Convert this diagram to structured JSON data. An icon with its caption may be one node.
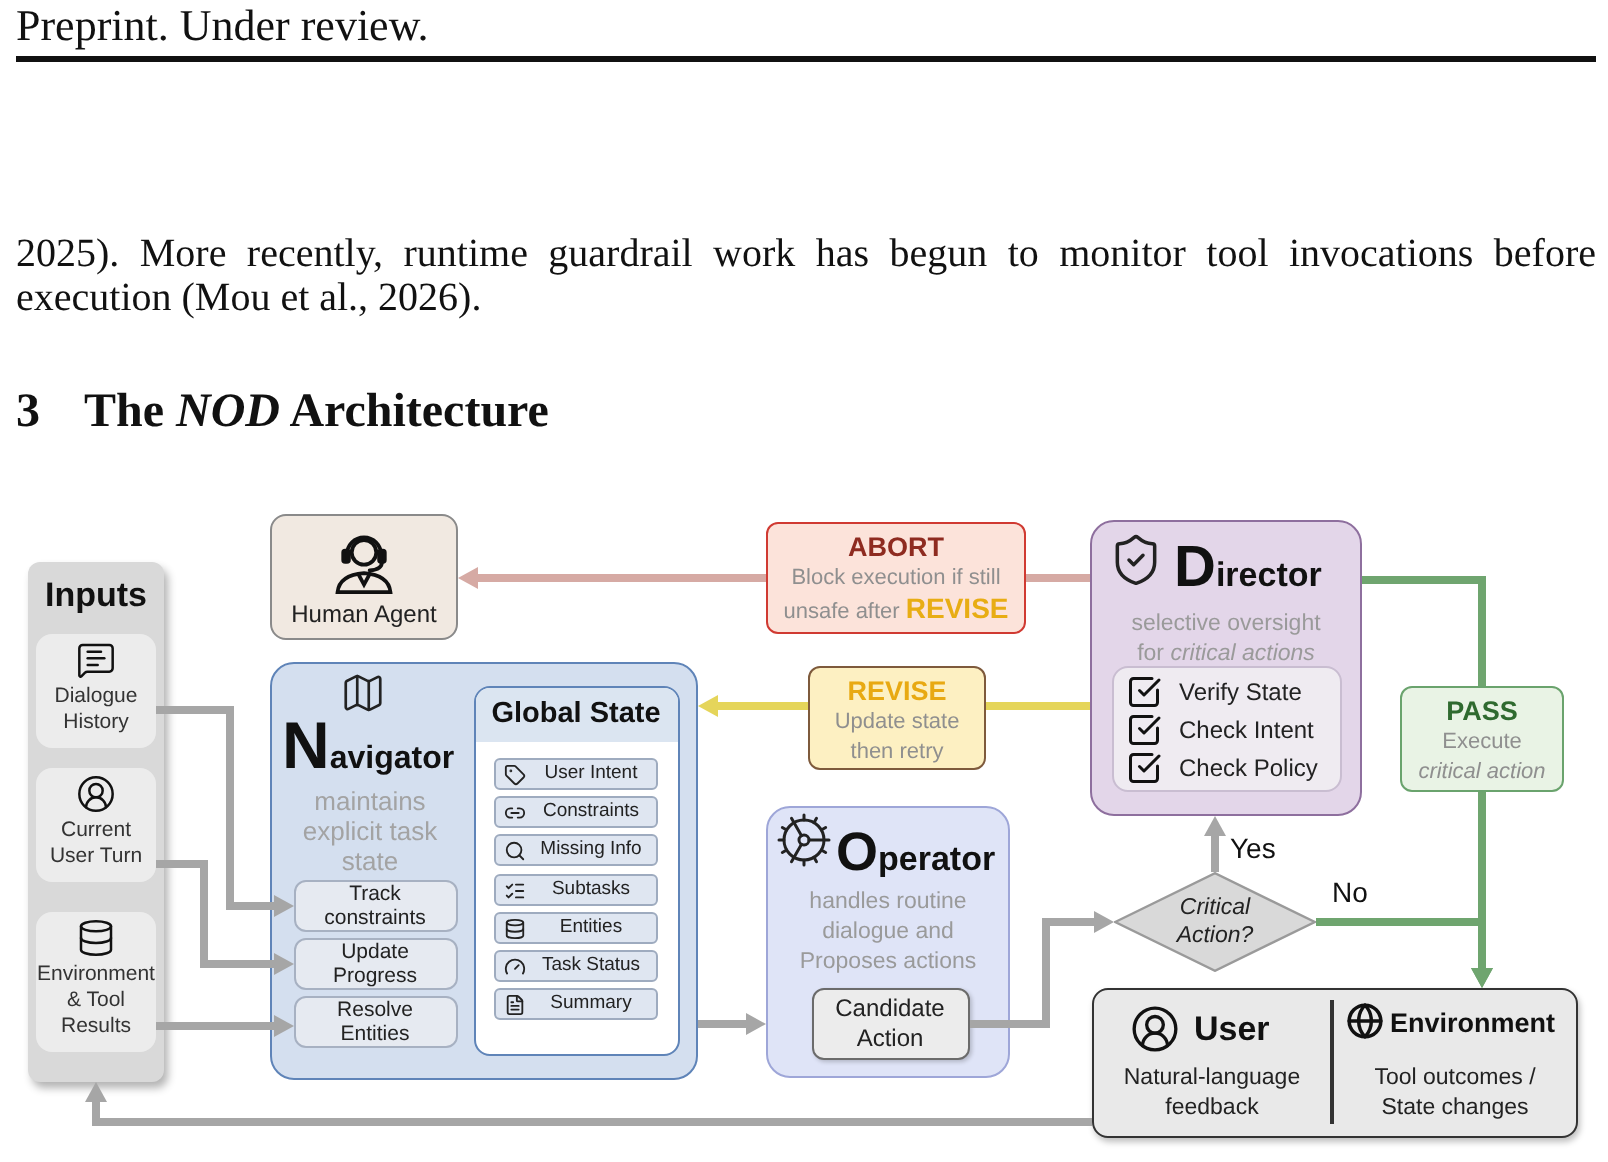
{
  "diagram": {
    "nodes": [
      {
        "text": [
          "Inputs"
        ]
      },
      {
        "text": [
          "Dialogue History"
        ],
        "in": 0
      },
      {
        "text": [
          "Current User Turn"
        ],
        "in": 0
      },
      {
        "text": [
          "Environment & Tool Results"
        ],
        "in": 0
      },
      {
        "text": [
          "Human Agent"
        ]
      },
      {
        "text": [
          "ABORT",
          "Block execution if still unsafe after **REVISE**"
        ]
      },
      {
        "text": [
          "Director",
          "selective oversight for *critical actions*"
        ]
      },
      {
        "text": [
          "Verify State",
          "Check Intent",
          "Check Policy"
        ],
        "in": 6
      },
      {
        "text": [
          "REVISE",
          "Update state then retry"
        ]
      },
      {
        "text": [
          "PASS",
          "Execute *critical action*"
        ]
      },
      {
        "text": [
          "Navigator",
          "maintains explicit task state"
        ]
      },
      {
        "text": [
          "Track constraints"
        ],
        "in": 10
      },
      {
        "text": [
          "Update Progress"
        ],
        "in": 10
      },
      {
        "text": [
          "Resolve Entities"
        ],
        "in": 10
      },
      {
        "text": [
          "Global State"
        ],
        "in": 10
      },
      {
        "text": [
          "User Intent"
        ],
        "in": 14
      },
      {
        "text": [
          "Constraints"
        ],
        "in": 14
      },
      {
        "text": [
          "Missing Info"
        ],
        "in": 14
      },
      {
        "text": [
          "Subtasks"
        ],
        "in": 14
      },
      {
        "text": [
          "Entities"
        ],
        "in": 14
      },
      {
        "text": [
          "Task Status"
        ],
        "in": 14
      },
      {
        "text": [
          "Summary"
        ],
        "in": 14
      },
      {
        "text": [
          "Operator",
          "handles routine dialogue and Proposes actions"
        ]
      },
      {
        "text": [
          "Candidate Action"
        ],
        "in": 22
      },
      {
        "text": [
          "Critical Action?"
        ]
      },
      {
        "text": [
          "User",
          "Natural-language feedback",
          "Environment",
          "Tool outcomes / State changes"
        ]
      }
    ],
    "edges": [
      {
        "from": 1,
        "to": 11,
        "arrow": "to"
      },
      {
        "from": 2,
        "to": 12,
        "arrow": "to"
      },
      {
        "from": 3,
        "to": 13,
        "arrow": "to"
      },
      {
        "from": 10,
        "to": 22,
        "arrow": "to"
      },
      {
        "from": 23,
        "to": 24,
        "arrow": "to"
      },
      {
        "from": 24,
        "to": 6,
        "arrow": "to",
        "label": "Yes"
      },
      {
        "from": 24,
        "to": 25,
        "arrow": "to",
        "label": "No",
        "color": "#6fa56f"
      },
      {
        "from": 6,
        "to": 9,
        "arrow": "none",
        "color": "#6fa56f"
      },
      {
        "from": 9,
        "to": 25,
        "arrow": "to",
        "color": "#6fa56f"
      },
      {
        "from": 6,
        "to": 5,
        "arrow": "none",
        "color": "#d6aaa4"
      },
      {
        "from": 5,
        "to": 4,
        "arrow": "to",
        "color": "#d6aaa4"
      },
      {
        "from": 6,
        "to": 8,
        "arrow": "none",
        "color": "#e5d55a"
      },
      {
        "from": 8,
        "to": 10,
        "arrow": "to",
        "color": "#e5d55a"
      },
      {
        "from": 25,
        "to": 0,
        "arrow": "to"
      }
    ],
    "labels": [
      "Preprint. Under review.",
      "2025). More recently, runtime guardrail work has begun to monitor tool invocations before execution (Mou et al., 2026).",
      "3",
      "The *NOD* Architecture"
    ]
  }
}
